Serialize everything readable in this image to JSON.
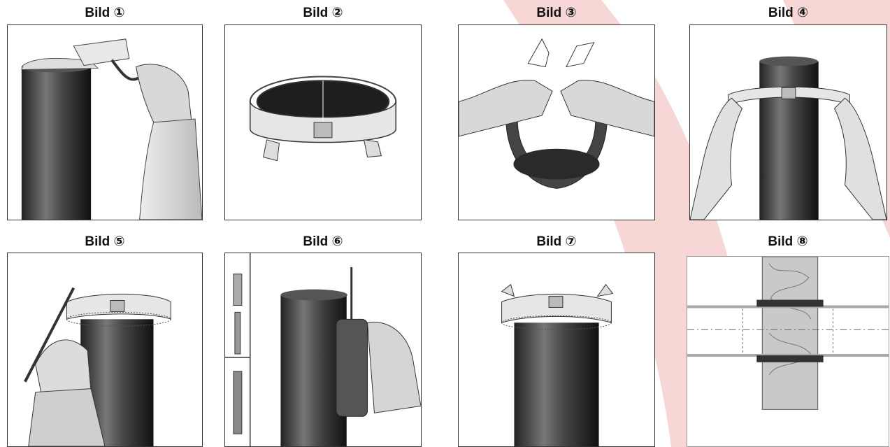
{
  "colors": {
    "watermark": "#f7d6d6",
    "pipe": "#3a3a3a",
    "band": "#d9d9d9"
  },
  "figures": [
    {
      "label": "Bild ①",
      "icon": "scrape-foam-icon"
    },
    {
      "label": "Bild ②",
      "icon": "fire-collar-icon"
    },
    {
      "label": "Bild ③",
      "icon": "open-collar-icon"
    },
    {
      "label": "Bild ④",
      "icon": "place-collar-icon"
    },
    {
      "label": "Bild ⑤",
      "icon": "mark-holes-icon"
    },
    {
      "label": "Bild ⑥",
      "icon": "drill-holes-icon"
    },
    {
      "label": "Bild ⑦",
      "icon": "mounted-collar-icon"
    },
    {
      "label": "Bild ⑧",
      "icon": "wall-section-icon"
    }
  ]
}
